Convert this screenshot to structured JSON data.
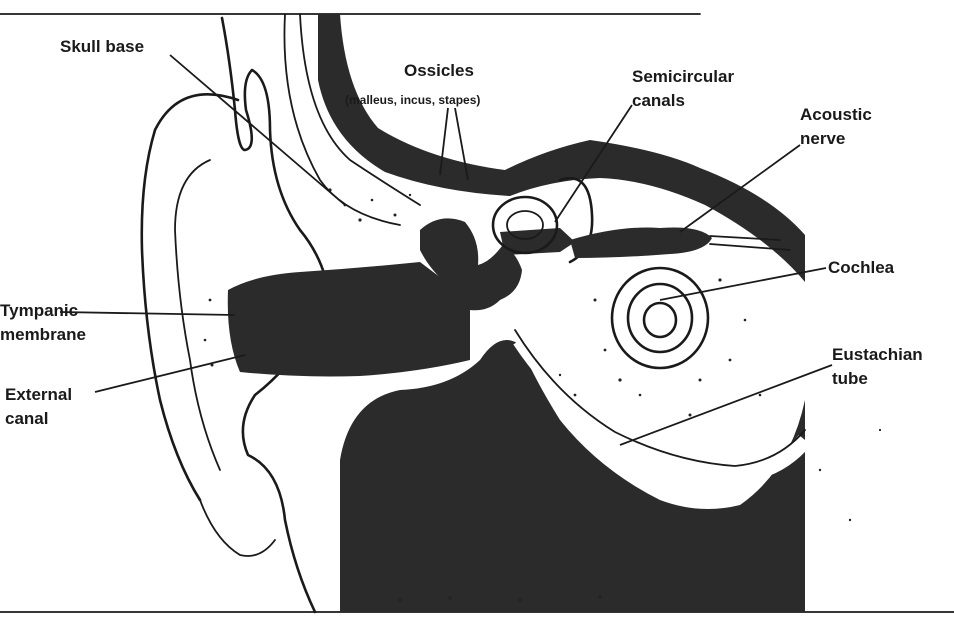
{
  "labels": {
    "skull_base": "Skull base",
    "ossicles": "Ossicles",
    "ossicles_detail": "(malleus, incus, stapes)",
    "semicircular_line1": "Semicircular",
    "semicircular_line2": "canals",
    "acoustic_line1": "Acoustic",
    "acoustic_line2": "nerve",
    "cochlea": "Cochlea",
    "tympanic_line1": "Tympanic",
    "tympanic_line2": "membrane",
    "external_line1": "External",
    "external_line2": "canal",
    "eustachian_line1": "Eustachian",
    "eustachian_line2": "tube"
  },
  "colors": {
    "ink": "#1a1a1a",
    "tissue": "#2b2b2b",
    "paper": "#ffffff"
  }
}
